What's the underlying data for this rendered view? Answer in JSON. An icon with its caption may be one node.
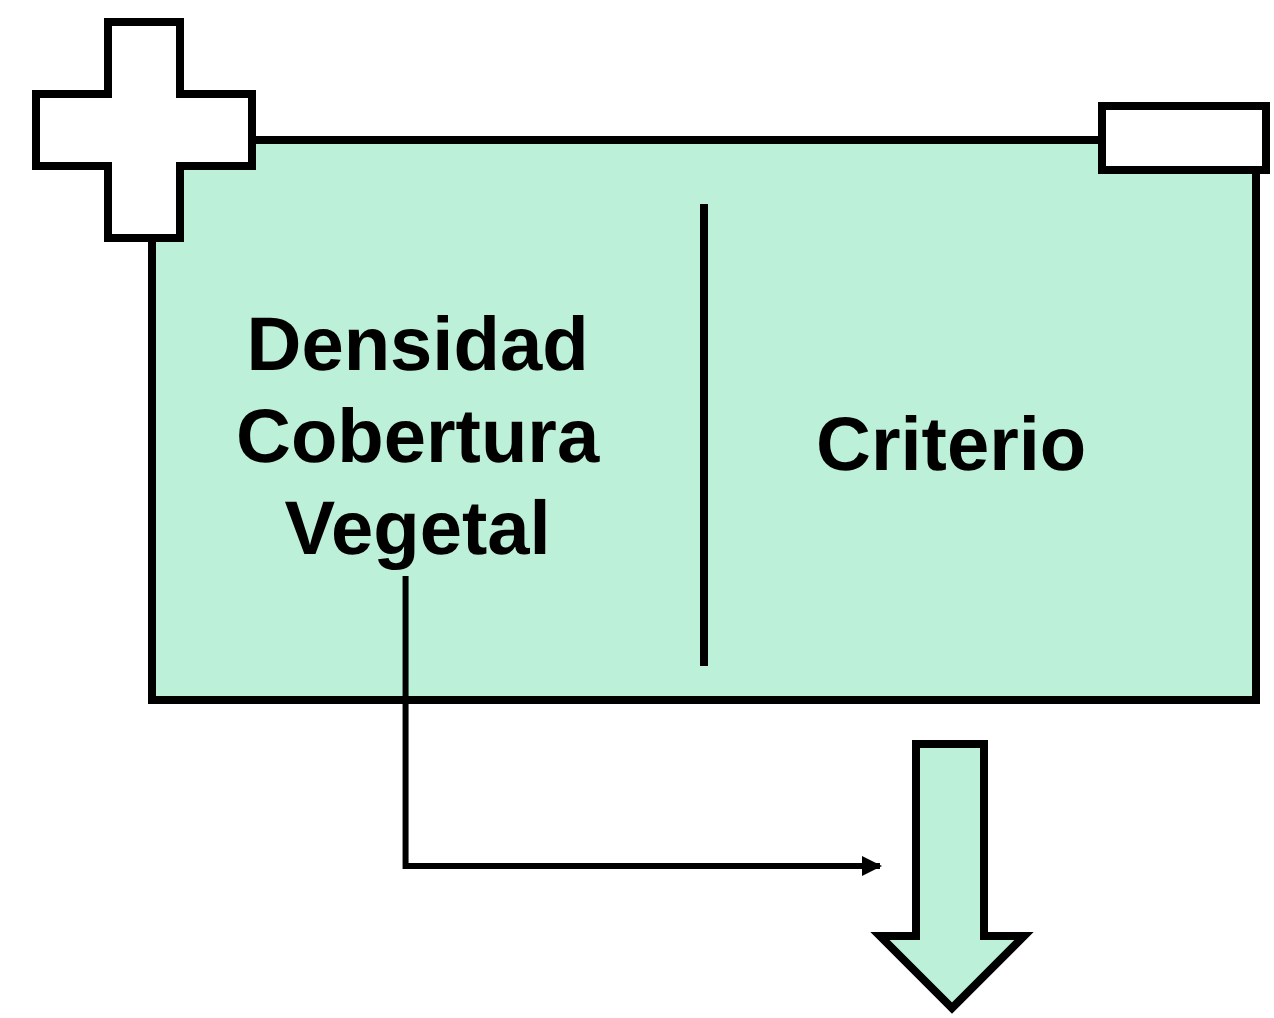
{
  "diagram": {
    "nodes": [
      {
        "text": [],
        "shape": "box"
      },
      {
        "text": [
          "Densidad Cobertura Vegetal"
        ],
        "in": 0
      },
      {
        "text": [
          "Criterio"
        ],
        "in": 0
      },
      {
        "text": [],
        "shape": "arrow"
      }
    ],
    "edges": [
      {
        "from": 1,
        "to": 3,
        "arrow": "to"
      }
    ]
  }
}
